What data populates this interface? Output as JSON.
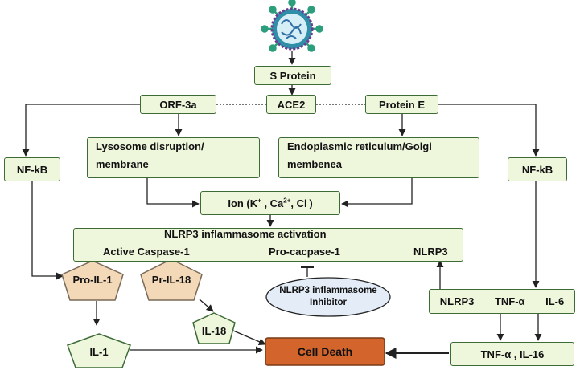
{
  "s_protein": "S Protein",
  "orf3a": "ORF-3a",
  "ace2": "ACE2",
  "protein_e": "Protein E",
  "nfkb_left": "NF-kB",
  "nfkb_right": "NF-kB",
  "lysosome": {
    "line1": "Lysosome disruption/",
    "line2": "membrane"
  },
  "er_golgi": {
    "line1": "Endoplasmic  reticulum/Golgi",
    "line2": "membenea"
  },
  "ion": {
    "prefix": "Ion (K",
    "k_sup": "+",
    "mid1": " , Ca",
    "ca_sup": "2+",
    "mid2": ", Cl",
    "cl_sup": "-",
    "suffix": ")"
  },
  "inflammasome": {
    "title": "NLRP3 inflammasome activation",
    "active_caspase": "Active  Caspase-1",
    "pro_caspase": "Pro-cacpase-1",
    "nlrp3": "NLRP3"
  },
  "pro_il1": "Pro-IL-1",
  "pr_il18": "Pr-IL-18",
  "il18": "IL-18",
  "il1": "IL-1",
  "inhibitor": {
    "line1": "NLRP3 inflammasome",
    "line2": "Inhibitor"
  },
  "right_panel": {
    "nlrp3": "NLRP3",
    "tnf": "TNF-α",
    "il6": "IL-6"
  },
  "tnf_il16": "TNF-α , IL-16",
  "cell_death": "Cell Death",
  "colors": {
    "box_fill": "#eef6dc",
    "box_border": "#3d6b36",
    "pentagon_fill": "#f3d9b8",
    "ellipse_fill": "#e3ecf7",
    "cell_death_fill": "#d2642c",
    "virus_body": "#2f8fa8",
    "virus_spike": "#2c9e7c"
  }
}
